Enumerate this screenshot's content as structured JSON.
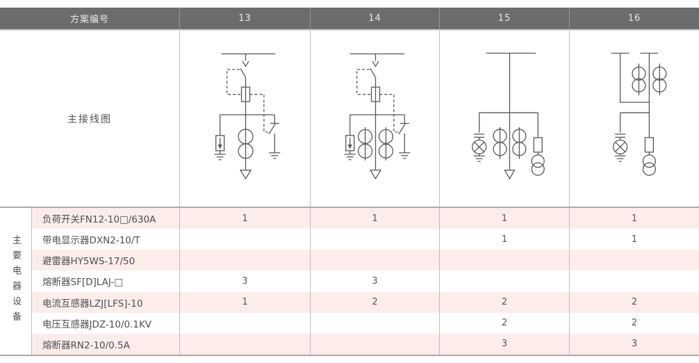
{
  "table": {
    "header": {
      "scheme_label": "方案编号",
      "schemes": [
        "13",
        "14",
        "15",
        "16"
      ]
    },
    "diagram_row": {
      "label": "主接线图",
      "diagrams": [
        {
          "scheme": "13",
          "name": "load-switch-fuse-combination-with-surge-arrester-ct-and-earthing-switch"
        },
        {
          "scheme": "14",
          "name": "load-switch-fuse-combination-with-surge-arrester-two-ct-and-earthing-switch"
        },
        {
          "scheme": "15",
          "name": "feeder-with-live-display-two-ct-fuse-and-voltage-transformer"
        },
        {
          "scheme": "16",
          "name": "double-busbar-metering-with-two-ct-live-display-fuse-and-voltage-transformer"
        }
      ]
    },
    "equipment": {
      "side_label": "主要电器设备",
      "rows": [
        {
          "name": "负荷开关FN12-10□/630A",
          "values": [
            "1",
            "1",
            "1",
            "1"
          ]
        },
        {
          "name": "带电显示器DXN2-10/T",
          "values": [
            "",
            "",
            "1",
            "1"
          ]
        },
        {
          "name": "避雷器HY5WS-17/50",
          "values": [
            "",
            "",
            "",
            ""
          ]
        },
        {
          "name": "熔断器SF[D]LAJ-□",
          "values": [
            "3",
            "3",
            "",
            ""
          ]
        },
        {
          "name": "电流互感器LZJ[LFS]-10",
          "values": [
            "1",
            "2",
            "2",
            "2"
          ]
        },
        {
          "name": "电压互感器JDZ-10/0.1KV",
          "values": [
            "",
            "",
            "2",
            "2"
          ]
        },
        {
          "name": "熔断器RN2-10/0.5A",
          "values": [
            "",
            "",
            "3",
            "3"
          ]
        }
      ]
    },
    "colors": {
      "header_bg": "#6b6c6e",
      "header_text": "#eaeaea",
      "row_highlight": "#fcedeb",
      "body_text": "#4e4f51",
      "diagram_stroke": "#55565a",
      "divider": "#bdbdbd",
      "section_border": "#a9a9a9"
    }
  }
}
